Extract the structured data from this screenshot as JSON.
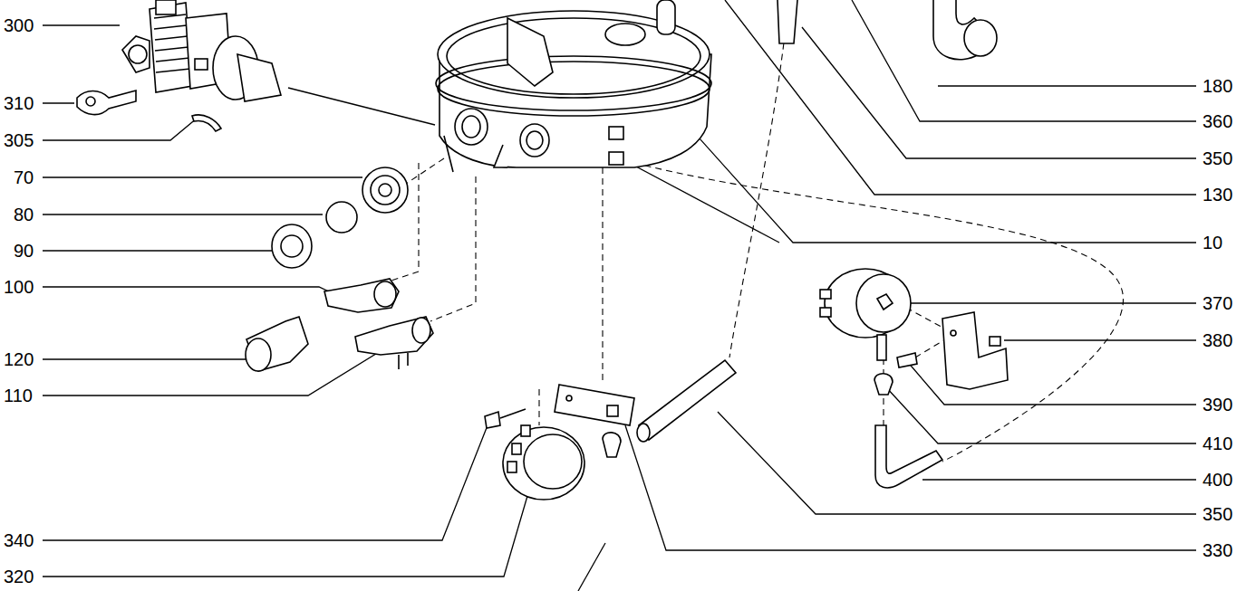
{
  "diagram": {
    "labels": [
      "300",
      "310",
      "305",
      "70",
      "80",
      "90",
      "100",
      "120",
      "110",
      "340",
      "320",
      "180",
      "360",
      "350",
      "130",
      "10",
      "370",
      "380",
      "390",
      "410",
      "400",
      "350",
      "330"
    ]
  }
}
